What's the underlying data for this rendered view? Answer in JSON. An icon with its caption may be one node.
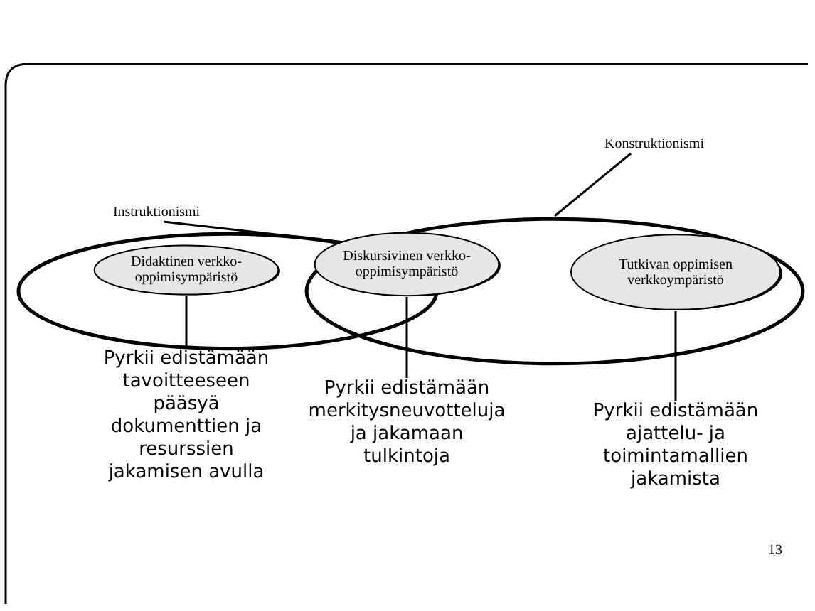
{
  "diagram": {
    "nodes": [
      {
        "text": [
          "Instruktionismi"
        ]
      },
      {
        "text": [
          "Konstruktionismi"
        ]
      },
      {
        "text": [],
        "shape": "ellipse"
      },
      {
        "text": [],
        "shape": "ellipse"
      },
      {
        "text": [
          "Didaktinen verkko-oppimisympäristö"
        ],
        "in": 2
      },
      {
        "text": [
          "Diskursivinen verkko-oppimisympäristö"
        ],
        "in": 3
      },
      {
        "text": [
          "Tutkivan oppimisen verkkoympäristö"
        ],
        "in": 3
      },
      {
        "text": [
          "Pyrkii edistämään tavoitteeseen pääsyä dokumenttien ja resurssien jakamisen avulla"
        ]
      },
      {
        "text": [
          "Pyrkii edistämään merkitysneuvotteluja ja jakamaan tulkintoja"
        ]
      },
      {
        "text": [
          "Pyrkii edistämään ajattelu- ja toimintamallien jakamista"
        ]
      }
    ],
    "edges": [
      {
        "from": 0,
        "to": 2,
        "arrow": "none"
      },
      {
        "from": 1,
        "to": 3,
        "arrow": "none"
      },
      {
        "from": 4,
        "to": 7,
        "arrow": "none"
      },
      {
        "from": 5,
        "to": 8,
        "arrow": "none"
      },
      {
        "from": 6,
        "to": 9,
        "arrow": "none"
      }
    ],
    "labels": [
      "13"
    ]
  }
}
